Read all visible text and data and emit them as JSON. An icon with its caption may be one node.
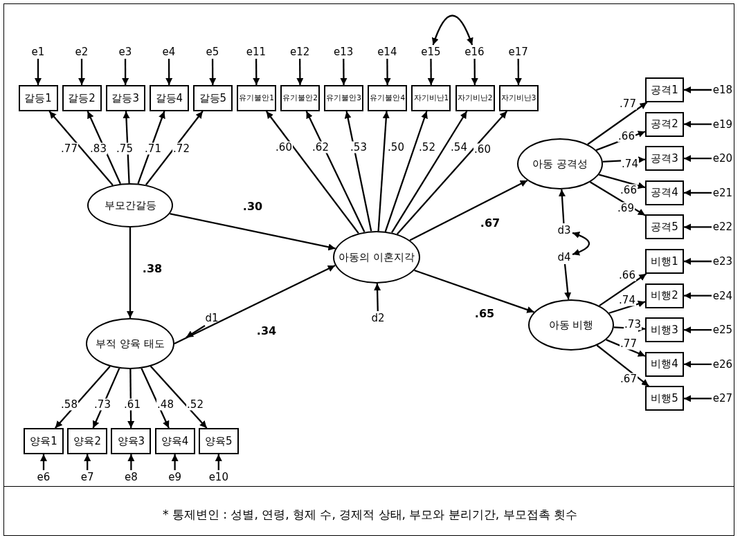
{
  "diagram": {
    "nodes": [
      {
        "text": [
          "갈등1"
        ]
      },
      {
        "text": [
          "갈등2"
        ]
      },
      {
        "text": [
          "갈등3"
        ]
      },
      {
        "text": [
          "갈등4"
        ]
      },
      {
        "text": [
          "갈등5"
        ]
      },
      {
        "text": [
          "유기불안1"
        ]
      },
      {
        "text": [
          "유기불안2"
        ]
      },
      {
        "text": [
          "유기불안3"
        ]
      },
      {
        "text": [
          "유기불안4"
        ]
      },
      {
        "text": [
          "자기비난1"
        ]
      },
      {
        "text": [
          "자기비난2"
        ]
      },
      {
        "text": [
          "자기비난3"
        ]
      },
      {
        "text": [
          "공격1"
        ]
      },
      {
        "text": [
          "공격2"
        ]
      },
      {
        "text": [
          "공격3"
        ]
      },
      {
        "text": [
          "공격4"
        ]
      },
      {
        "text": [
          "공격5"
        ]
      },
      {
        "text": [
          "비행1"
        ]
      },
      {
        "text": [
          "비행2"
        ]
      },
      {
        "text": [
          "비행3"
        ]
      },
      {
        "text": [
          "비행4"
        ]
      },
      {
        "text": [
          "비행5"
        ]
      },
      {
        "text": [
          "양육1"
        ]
      },
      {
        "text": [
          "양육2"
        ]
      },
      {
        "text": [
          "양육3"
        ]
      },
      {
        "text": [
          "양육4"
        ]
      },
      {
        "text": [
          "양육5"
        ]
      },
      {
        "text": [
          "부모간갈등"
        ]
      },
      {
        "text": [
          "부적 양육 태도"
        ]
      },
      {
        "text": [
          "아동의 이혼지각"
        ]
      },
      {
        "text": [
          "아동 공격성"
        ]
      },
      {
        "text": [
          "아동 비행"
        ]
      },
      {
        "text": [
          "e1"
        ]
      },
      {
        "text": [
          "e2"
        ]
      },
      {
        "text": [
          "e3"
        ]
      },
      {
        "text": [
          "e4"
        ]
      },
      {
        "text": [
          "e5"
        ]
      },
      {
        "text": [
          "e6"
        ]
      },
      {
        "text": [
          "e7"
        ]
      },
      {
        "text": [
          "e8"
        ]
      },
      {
        "text": [
          "e9"
        ]
      },
      {
        "text": [
          "e10"
        ]
      },
      {
        "text": [
          "e11"
        ]
      },
      {
        "text": [
          "e12"
        ]
      },
      {
        "text": [
          "e13"
        ]
      },
      {
        "text": [
          "e14"
        ]
      },
      {
        "text": [
          "e15"
        ]
      },
      {
        "text": [
          "e16"
        ]
      },
      {
        "text": [
          "e17"
        ]
      },
      {
        "text": [
          "e18"
        ]
      },
      {
        "text": [
          "e19"
        ]
      },
      {
        "text": [
          "e20"
        ]
      },
      {
        "text": [
          "e21"
        ]
      },
      {
        "text": [
          "e22"
        ]
      },
      {
        "text": [
          "e23"
        ]
      },
      {
        "text": [
          "e24"
        ]
      },
      {
        "text": [
          "e25"
        ]
      },
      {
        "text": [
          "e26"
        ]
      },
      {
        "text": [
          "e27"
        ]
      },
      {
        "text": [
          "d1"
        ]
      },
      {
        "text": [
          "d2"
        ]
      },
      {
        "text": [
          "d3"
        ]
      },
      {
        "text": [
          "d4"
        ]
      }
    ],
    "edges": [
      {
        "from": 32,
        "to": 0,
        "arrow": "to"
      },
      {
        "from": 33,
        "to": 1,
        "arrow": "to"
      },
      {
        "from": 34,
        "to": 2,
        "arrow": "to"
      },
      {
        "from": 35,
        "to": 3,
        "arrow": "to"
      },
      {
        "from": 36,
        "to": 4,
        "arrow": "to"
      },
      {
        "from": 37,
        "to": 22,
        "arrow": "to"
      },
      {
        "from": 38,
        "to": 23,
        "arrow": "to"
      },
      {
        "from": 39,
        "to": 24,
        "arrow": "to"
      },
      {
        "from": 40,
        "to": 25,
        "arrow": "to"
      },
      {
        "from": 41,
        "to": 26,
        "arrow": "to"
      },
      {
        "from": 42,
        "to": 5,
        "arrow": "to"
      },
      {
        "from": 43,
        "to": 6,
        "arrow": "to"
      },
      {
        "from": 44,
        "to": 7,
        "arrow": "to"
      },
      {
        "from": 45,
        "to": 8,
        "arrow": "to"
      },
      {
        "from": 46,
        "to": 9,
        "arrow": "to"
      },
      {
        "from": 47,
        "to": 10,
        "arrow": "to"
      },
      {
        "from": 48,
        "to": 11,
        "arrow": "to"
      },
      {
        "from": 49,
        "to": 12,
        "arrow": "to"
      },
      {
        "from": 50,
        "to": 13,
        "arrow": "to"
      },
      {
        "from": 51,
        "to": 14,
        "arrow": "to"
      },
      {
        "from": 52,
        "to": 15,
        "arrow": "to"
      },
      {
        "from": 53,
        "to": 16,
        "arrow": "to"
      },
      {
        "from": 54,
        "to": 17,
        "arrow": "to"
      },
      {
        "from": 55,
        "to": 18,
        "arrow": "to"
      },
      {
        "from": 56,
        "to": 19,
        "arrow": "to"
      },
      {
        "from": 57,
        "to": 20,
        "arrow": "to"
      },
      {
        "from": 58,
        "to": 21,
        "arrow": "to"
      },
      {
        "from": 27,
        "to": 0,
        "arrow": "to",
        "label": ".77"
      },
      {
        "from": 27,
        "to": 1,
        "arrow": "to",
        "label": ".83"
      },
      {
        "from": 27,
        "to": 2,
        "arrow": "to",
        "label": ".75"
      },
      {
        "from": 27,
        "to": 3,
        "arrow": "to",
        "label": ".71"
      },
      {
        "from": 27,
        "to": 4,
        "arrow": "to",
        "label": ".72"
      },
      {
        "from": 29,
        "to": 5,
        "arrow": "to",
        "label": ".60"
      },
      {
        "from": 29,
        "to": 6,
        "arrow": "to",
        "label": ".62"
      },
      {
        "from": 29,
        "to": 7,
        "arrow": "to",
        "label": ".53"
      },
      {
        "from": 29,
        "to": 8,
        "arrow": "to",
        "label": ".50"
      },
      {
        "from": 29,
        "to": 9,
        "arrow": "to",
        "label": ".52"
      },
      {
        "from": 29,
        "to": 10,
        "arrow": "to",
        "label": ".54"
      },
      {
        "from": 29,
        "to": 11,
        "arrow": "to",
        "label": ".60"
      },
      {
        "from": 30,
        "to": 12,
        "arrow": "to",
        "label": ".77"
      },
      {
        "from": 30,
        "to": 13,
        "arrow": "to",
        "label": ".66"
      },
      {
        "from": 30,
        "to": 14,
        "arrow": "to",
        "label": ".74"
      },
      {
        "from": 30,
        "to": 15,
        "arrow": "to",
        "label": ".66"
      },
      {
        "from": 30,
        "to": 16,
        "arrow": "to",
        "label": ".69"
      },
      {
        "from": 31,
        "to": 17,
        "arrow": "to",
        "label": ".66"
      },
      {
        "from": 31,
        "to": 18,
        "arrow": "to",
        "label": ".74"
      },
      {
        "from": 31,
        "to": 19,
        "arrow": "to",
        "label": ".73"
      },
      {
        "from": 31,
        "to": 20,
        "arrow": "to",
        "label": ".77"
      },
      {
        "from": 31,
        "to": 21,
        "arrow": "to",
        "label": ".67"
      },
      {
        "from": 28,
        "to": 22,
        "arrow": "to",
        "label": ".58"
      },
      {
        "from": 28,
        "to": 23,
        "arrow": "to",
        "label": ".73"
      },
      {
        "from": 28,
        "to": 24,
        "arrow": "to",
        "label": ".61"
      },
      {
        "from": 28,
        "to": 25,
        "arrow": "to",
        "label": ".48"
      },
      {
        "from": 28,
        "to": 26,
        "arrow": "to",
        "label": ".52"
      },
      {
        "from": 27,
        "to": 29,
        "arrow": "to",
        "label": ".30"
      },
      {
        "from": 27,
        "to": 28,
        "arrow": "to",
        "label": ".38"
      },
      {
        "from": 28,
        "to": 29,
        "arrow": "to",
        "label": ".34"
      },
      {
        "from": 29,
        "to": 30,
        "arrow": "to",
        "label": ".67"
      },
      {
        "from": 29,
        "to": 31,
        "arrow": "to",
        "label": ".65"
      },
      {
        "from": 59,
        "to": 28,
        "arrow": "to"
      },
      {
        "from": 60,
        "to": 29,
        "arrow": "to"
      },
      {
        "from": 61,
        "to": 30,
        "arrow": "to"
      },
      {
        "from": 62,
        "to": 31,
        "arrow": "to"
      },
      {
        "from": 46,
        "to": 47,
        "arrow": "both"
      },
      {
        "from": 61,
        "to": 62,
        "arrow": "both"
      }
    ],
    "labels": [
      "* 통제변인 : 성별, 연령, 형제 수, 경제적 상태, 부모와 분리기간, 부모접촉 횟수"
    ]
  }
}
